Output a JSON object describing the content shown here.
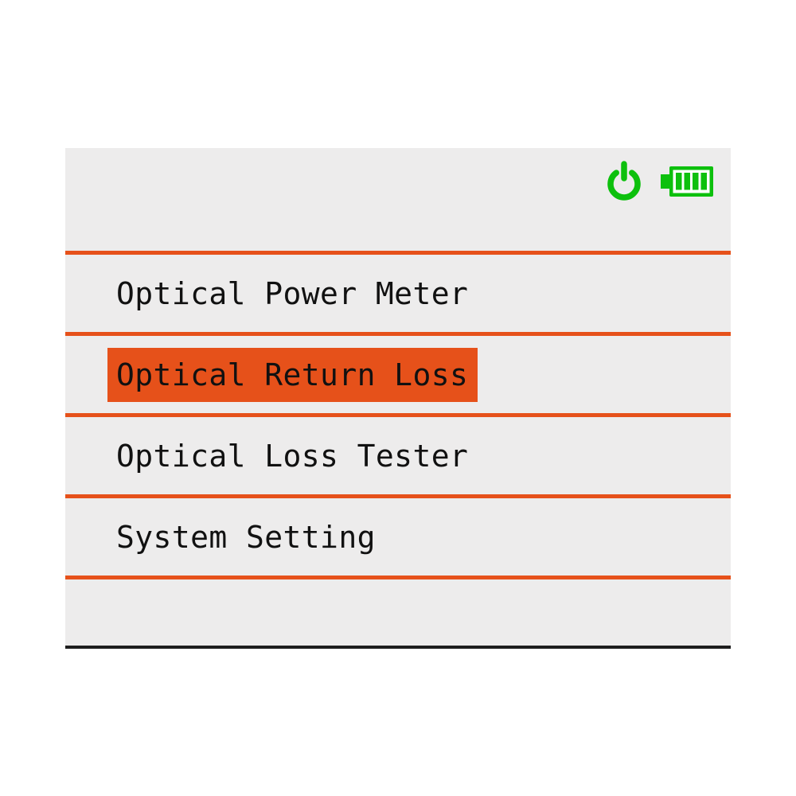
{
  "device_screen": {
    "status_bar": {
      "icons": [
        {
          "name": "power-icon"
        },
        {
          "name": "battery-icon",
          "battery_bars": 4,
          "battery_bars_max": 4
        }
      ]
    },
    "menu": {
      "items": [
        {
          "label": "Optical Power Meter",
          "selected": false
        },
        {
          "label": "Optical Return Loss",
          "selected": true
        },
        {
          "label": "Optical Loss Tester",
          "selected": false
        },
        {
          "label": "System Setting",
          "selected": false
        }
      ]
    },
    "colors": {
      "accent_orange": "#E6511A",
      "status_green": "#0DC00D",
      "screen_background": "#EDECEC",
      "text": "#111111",
      "bottom_line": "#1E1E1E"
    }
  }
}
